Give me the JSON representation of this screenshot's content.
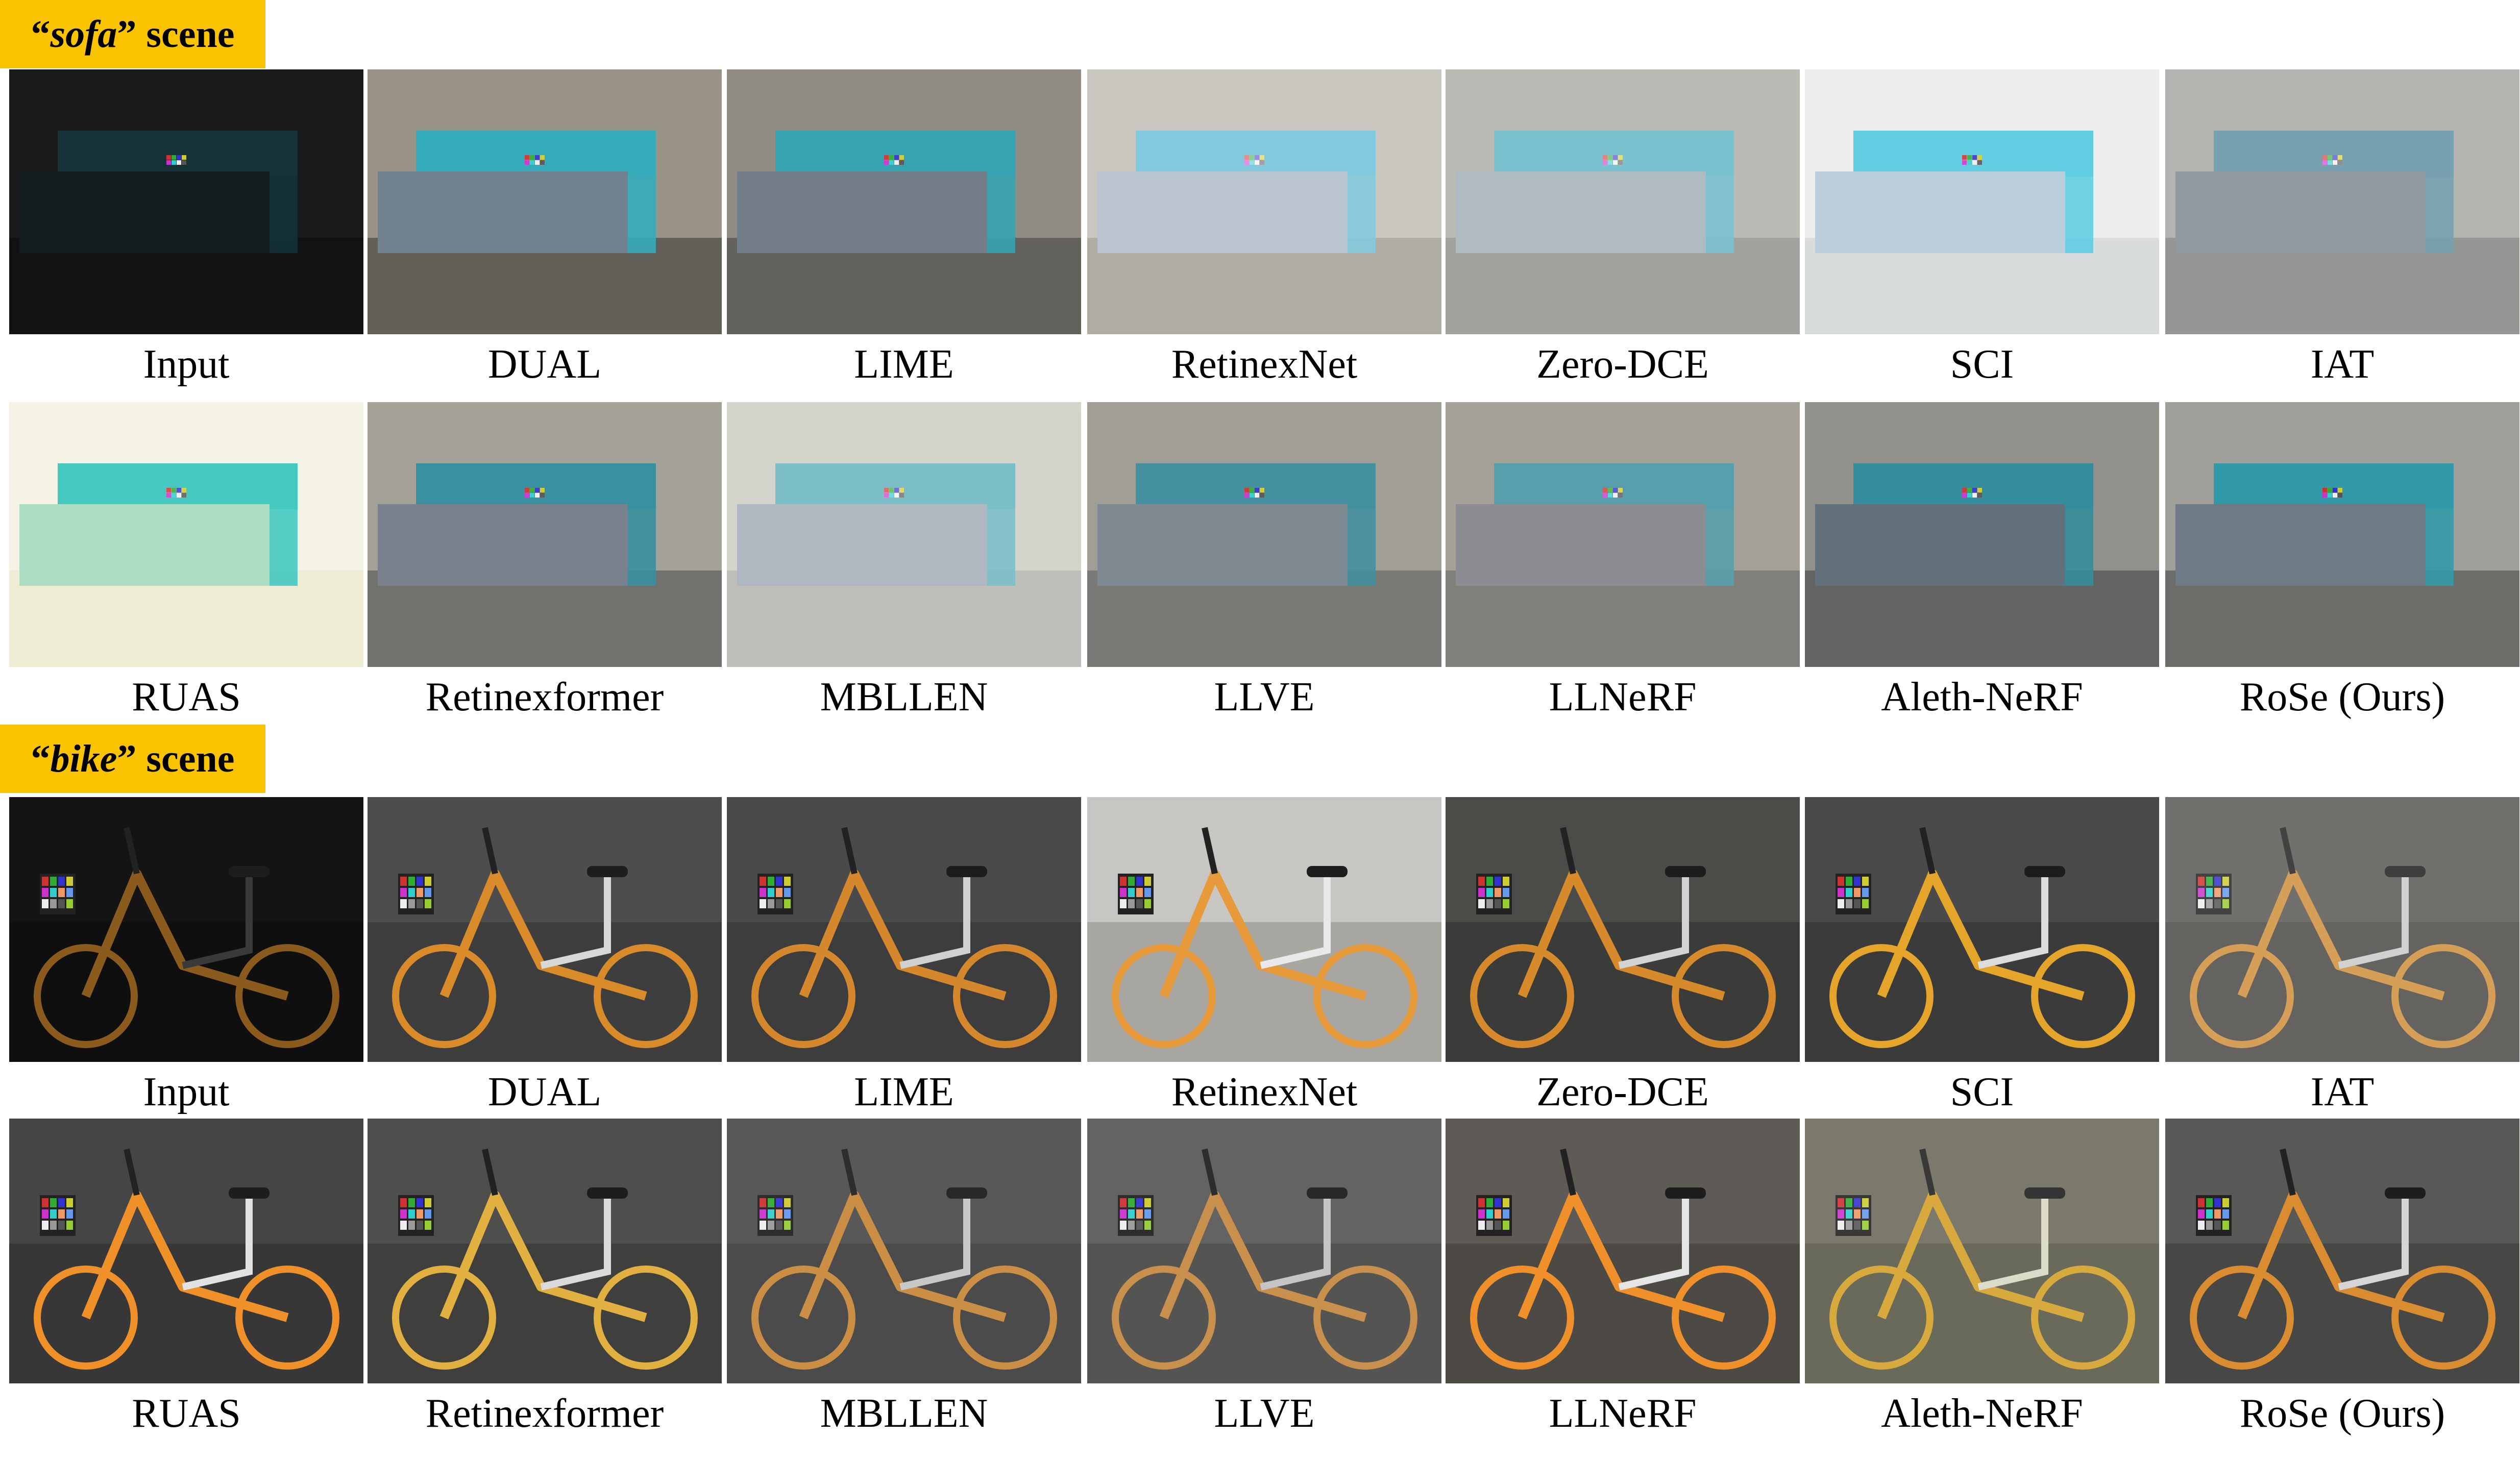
{
  "scenes": [
    {
      "tag_name": "sofa",
      "tag_suffix": " scene",
      "subject": "sofa",
      "rows": [
        [
          {
            "label": "Input",
            "wall": "#191b1d",
            "floor": "#101213",
            "accent": "#143238",
            "body": "#121c1f",
            "haze": 0.0
          },
          {
            "label": "DUAL",
            "wall": "#958e82",
            "floor": "#59574f",
            "accent": "#2aa7b7",
            "body": "#6b7b88",
            "haze": 0.05
          },
          {
            "label": "LIME",
            "wall": "#8c877e",
            "floor": "#5a5953",
            "accent": "#2c9fae",
            "body": "#6c7883",
            "haze": 0.05
          },
          {
            "label": "RetinexNet",
            "wall": "#9e9a8e",
            "floor": "#6f6a5c",
            "accent": "#1f9fc3",
            "body": "#8094a6",
            "haze": 0.45
          },
          {
            "label": "Zero-DCE",
            "wall": "#8e8c84",
            "floor": "#66655e",
            "accent": "#2299b0",
            "body": "#7b8e98",
            "haze": 0.4
          },
          {
            "label": "SCI",
            "wall": "#ededed",
            "floor": "#d4d8da",
            "accent": "#4fc8df",
            "body": "#b3c9d8",
            "haze": 0.1
          },
          {
            "label": "IAT",
            "wall": "#8a8b86",
            "floor": "#5f605b",
            "accent": "#2f6f86",
            "body": "#55616d",
            "haze": 0.35
          }
        ],
        [
          {
            "label": "RUAS",
            "wall": "#f4f1e2",
            "floor": "#ece9cc",
            "accent": "#25c0b7",
            "body": "#9fd8b9",
            "haze": 0.15
          },
          {
            "label": "Retinexformer",
            "wall": "#a09c92",
            "floor": "#6a6a66",
            "accent": "#2f8b9b",
            "body": "#737b87",
            "haze": 0.05
          },
          {
            "label": "MBLLEN",
            "wall": "#c2c0b6",
            "floor": "#a3a39e",
            "accent": "#43a3af",
            "body": "#8d9aa5",
            "haze": 0.3
          },
          {
            "label": "LLVE",
            "wall": "#9c9990",
            "floor": "#72726f",
            "accent": "#3a8b99",
            "body": "#7a848e",
            "haze": 0.05
          },
          {
            "label": "LLNeRF",
            "wall": "#8f8a80",
            "floor": "#62605a",
            "accent": "#2e8898",
            "body": "#6e7177",
            "haze": 0.2
          },
          {
            "label": "Aleth-NeRF",
            "wall": "#8d8c86",
            "floor": "#5b5d5c",
            "accent": "#2a8796",
            "body": "#5b6a77",
            "haze": 0.05
          },
          {
            "label": "RoSe (Ours)",
            "wall": "#a09f99",
            "floor": "#6d6d69",
            "accent": "#3299a9",
            "body": "#6e7b87",
            "haze": 0.0
          }
        ]
      ]
    },
    {
      "tag_name": "bike",
      "tag_suffix": " scene",
      "subject": "bike",
      "rows": [
        [
          {
            "label": "Input",
            "wall": "#141414",
            "floor": "#0f0f0f",
            "accent": "#8a5b1c",
            "body": "#3a3a3a",
            "haze": 0.0
          },
          {
            "label": "DUAL",
            "wall": "#4d4d4d",
            "floor": "#3e3e3e",
            "accent": "#d98b2a",
            "body": "#d8d8d8",
            "haze": 0.0
          },
          {
            "label": "LIME",
            "wall": "#4a4a4a",
            "floor": "#3d3d3d",
            "accent": "#d4872c",
            "body": "#d0d0d0",
            "haze": 0.0
          },
          {
            "label": "RetinexNet",
            "wall": "#c8c6c2",
            "floor": "#a9a7a2",
            "accent": "#e69a3a",
            "body": "#e9e9e9",
            "haze": 0.0
          },
          {
            "label": "Zero-DCE",
            "wall": "#4b4c48",
            "floor": "#3b3c39",
            "accent": "#d68a2b",
            "body": "#d3d3d3",
            "haze": 0.0
          },
          {
            "label": "SCI",
            "wall": "#4a4a4a",
            "floor": "#3b3b3b",
            "accent": "#e5a42a",
            "body": "#dcdcdc",
            "haze": 0.0
          },
          {
            "label": "IAT",
            "wall": "#5a5753",
            "floor": "#4a4845",
            "accent": "#cf8f3a",
            "body": "#c9c9c9",
            "haze": 0.15
          }
        ],
        [
          {
            "label": "RUAS",
            "wall": "#454545",
            "floor": "#373737",
            "accent": "#f09028",
            "body": "#e2e2e2",
            "haze": 0.0
          },
          {
            "label": "Retinexformer",
            "wall": "#4e4e4c",
            "floor": "#3f3f3d",
            "accent": "#e2b041",
            "body": "#dadada",
            "haze": 0.0
          },
          {
            "label": "MBLLEN",
            "wall": "#505050",
            "floor": "#424242",
            "accent": "#c9883c",
            "body": "#c6c6c6",
            "haze": 0.05
          },
          {
            "label": "LLVE",
            "wall": "#5b5b59",
            "floor": "#4b4b49",
            "accent": "#c68a44",
            "body": "#c2c2c2",
            "haze": 0.05
          },
          {
            "label": "LLNeRF",
            "wall": "#5e5b56",
            "floor": "#4d4a45",
            "accent": "#f0902a",
            "body": "#e5e5e5",
            "haze": 0.0
          },
          {
            "label": "Aleth-NeRF",
            "wall": "#6b6a5b",
            "floor": "#5a5a48",
            "accent": "#d4a128",
            "body": "#d9d9c6",
            "haze": 0.1
          },
          {
            "label": "RoSe (Ours)",
            "wall": "#585856",
            "floor": "#474745",
            "accent": "#d98c30",
            "body": "#d5d5d5",
            "haze": 0.0
          }
        ]
      ]
    }
  ]
}
